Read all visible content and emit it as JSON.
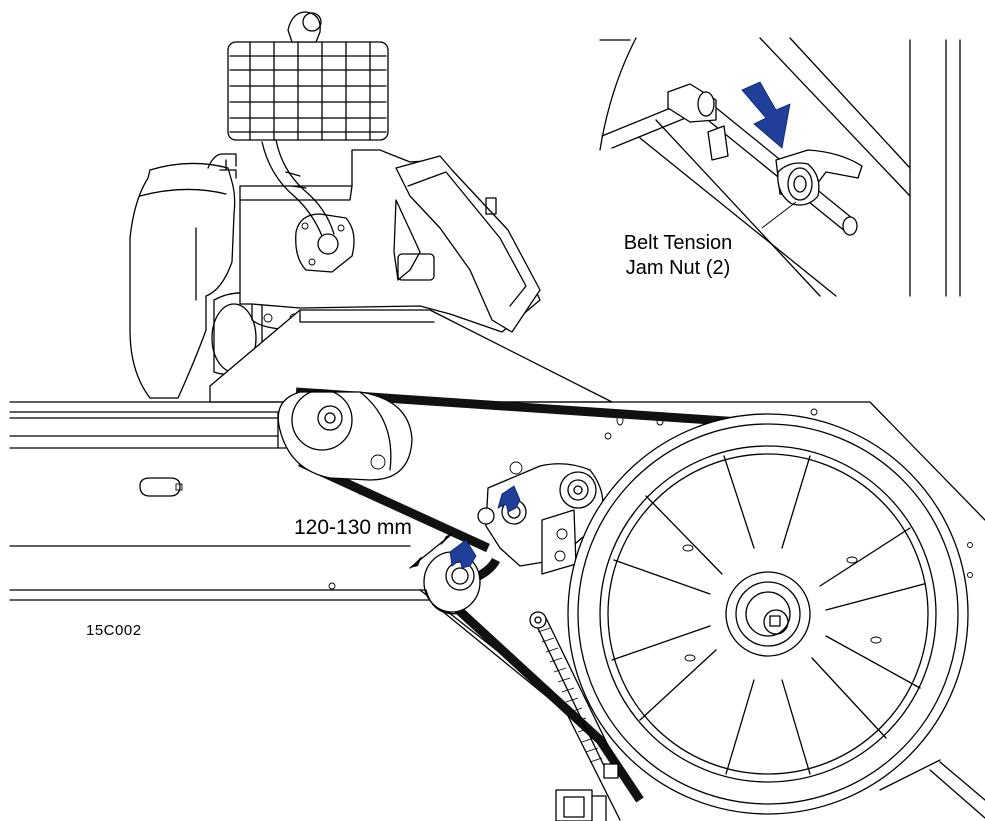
{
  "labels": {
    "jam_nut_line1": "Belt Tension",
    "jam_nut_line2": "Jam Nut (2)",
    "measurement": "120-130 mm",
    "figure_id": "15C002"
  },
  "colors": {
    "line": "#000000",
    "background": "#ffffff",
    "arrow": "#1f3f9a"
  }
}
